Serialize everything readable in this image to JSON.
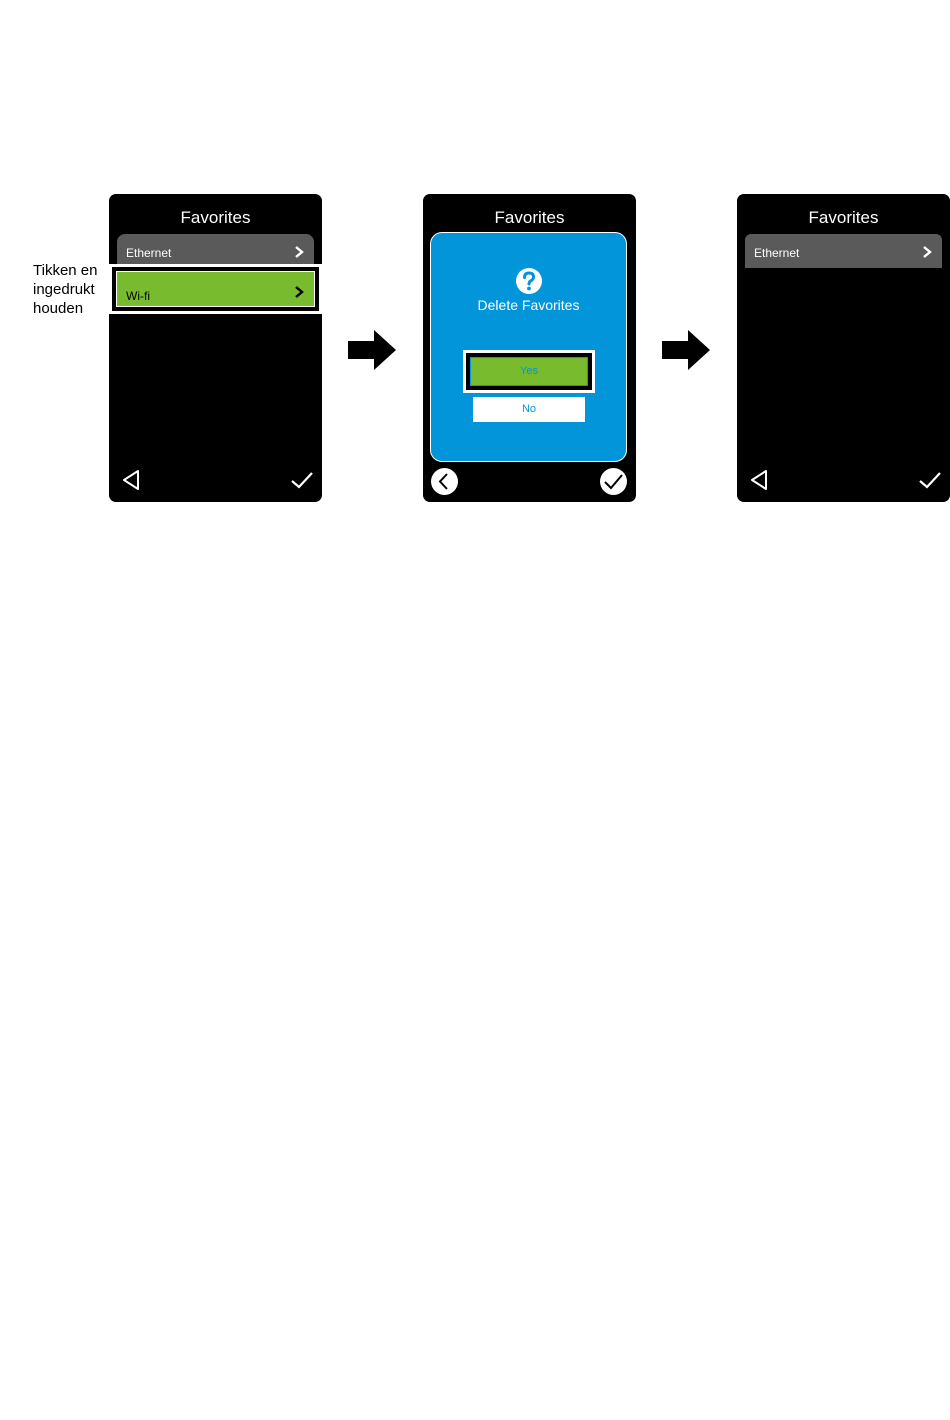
{
  "callout": {
    "text": "Tikken en\ningedrukt\nhouden"
  },
  "screens": [
    {
      "title": "Favorites",
      "items": [
        {
          "label": "Ethernet"
        },
        {
          "label": "Wi-fi"
        }
      ]
    },
    {
      "title": "Favorites",
      "dialog": {
        "title": "Delete Favorites",
        "yes": "Yes",
        "no": "No"
      }
    },
    {
      "title": "Favorites",
      "items": [
        {
          "label": "Ethernet"
        }
      ]
    }
  ],
  "colors": {
    "screen_bg": "#000000",
    "row_bg": "#5a5a5a",
    "highlight": "#78bb2f",
    "dialog_bg": "#0395d9",
    "text": "#ffffff"
  },
  "icons": [
    "chevron-right-icon",
    "back-triangle-icon",
    "checkmark-icon",
    "question-circle-icon",
    "right-arrow-icon"
  ]
}
